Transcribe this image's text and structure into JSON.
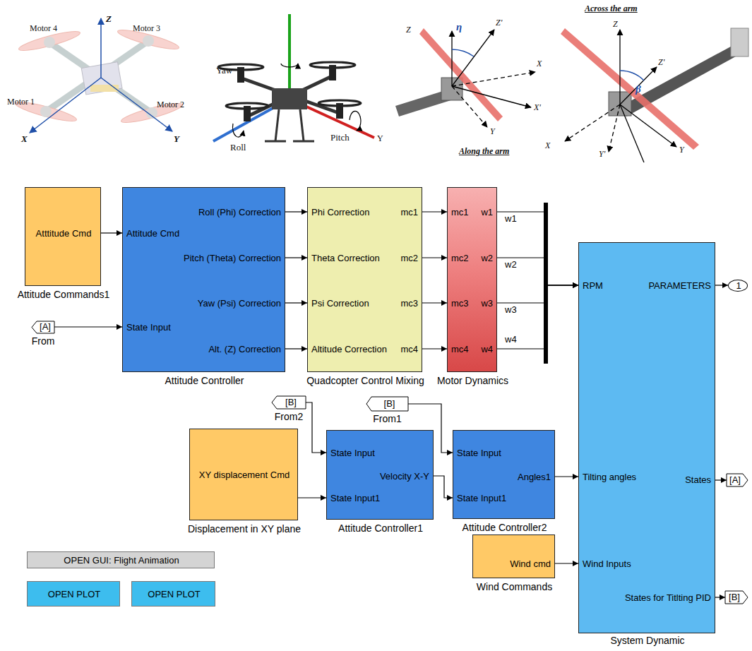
{
  "diagram": {
    "nodes": [
      {
        "text": [
          "Atttitude Cmd",
          "Attitude Commands1"
        ]
      },
      {
        "text": [
          "Attitude Cmd",
          "State Input",
          "Roll (Phi) Correction",
          "Pitch (Theta) Correction",
          "Yaw (Psi) Correction",
          "Alt. (Z) Correction",
          "Attitude Controller"
        ]
      },
      {
        "text": [
          "[A]",
          "From"
        ]
      },
      {
        "text": [
          "Phi Correction",
          "Theta Correction",
          "Psi Correction",
          "Altitude Correction",
          "mc1",
          "mc2",
          "mc3",
          "mc4",
          "Quadcopter Control Mixing"
        ]
      },
      {
        "text": [
          "mc1",
          "mc2",
          "mc3",
          "mc4",
          "w1",
          "w2",
          "w3",
          "w4",
          "Motor Dynamics"
        ]
      },
      {
        "text": [
          "XY displacement Cmd",
          "Displacement in XY plane"
        ]
      },
      {
        "text": [
          "[B]",
          "From2"
        ]
      },
      {
        "text": [
          "State Input",
          "State Input1",
          "Velocity X-Y",
          "Attitude Controller1"
        ]
      },
      {
        "text": [
          "[B]",
          "From1"
        ]
      },
      {
        "text": [
          "State Input",
          "State Input1",
          "Angles1",
          "Attitude Controller2"
        ]
      },
      {
        "text": [
          "Wind cmd",
          "Wind Commands"
        ]
      },
      {
        "text": [
          "RPM",
          "Tilting angles",
          "Wind Inputs",
          "PARAMETERS",
          "States",
          "States for Titlting PID",
          "System Dynamic"
        ]
      },
      {
        "text": [
          "1"
        ]
      },
      {
        "text": [
          "[A]"
        ]
      },
      {
        "text": [
          "[B]"
        ]
      },
      {
        "text": [
          "OPEN GUI: Flight Animation"
        ]
      },
      {
        "text": [
          "OPEN PLOT"
        ]
      },
      {
        "text": [
          "OPEN PLOT"
        ]
      }
    ],
    "edges": [
      {
        "from": 0,
        "to": 1,
        "arrow": "to"
      },
      {
        "from": 2,
        "to": 1,
        "arrow": "to"
      },
      {
        "from": 1,
        "to": 3,
        "arrow": "to"
      },
      {
        "from": 1,
        "to": 3,
        "arrow": "to"
      },
      {
        "from": 1,
        "to": 3,
        "arrow": "to"
      },
      {
        "from": 1,
        "to": 3,
        "arrow": "to"
      },
      {
        "from": 3,
        "to": 4,
        "arrow": "to"
      },
      {
        "from": 3,
        "to": 4,
        "arrow": "to"
      },
      {
        "from": 3,
        "to": 4,
        "arrow": "to"
      },
      {
        "from": 3,
        "to": 4,
        "arrow": "to"
      },
      {
        "from": 4,
        "to": 11,
        "label": "w1",
        "arrow": "to"
      },
      {
        "from": 4,
        "to": 11,
        "label": "w2",
        "arrow": "to"
      },
      {
        "from": 4,
        "to": 11,
        "label": "w3",
        "arrow": "to"
      },
      {
        "from": 4,
        "to": 11,
        "label": "w4",
        "arrow": "to"
      },
      {
        "from": 6,
        "to": 7,
        "arrow": "to"
      },
      {
        "from": 5,
        "to": 7,
        "arrow": "to"
      },
      {
        "from": 8,
        "to": 9,
        "arrow": "to"
      },
      {
        "from": 7,
        "to": 9,
        "arrow": "to"
      },
      {
        "from": 9,
        "to": 11,
        "arrow": "to"
      },
      {
        "from": 10,
        "to": 11,
        "arrow": "to"
      },
      {
        "from": 11,
        "to": 12,
        "arrow": "to"
      },
      {
        "from": 11,
        "to": 13,
        "arrow": "to"
      },
      {
        "from": 11,
        "to": 14,
        "arrow": "to"
      }
    ],
    "labels": [
      "Motor 4",
      "Motor 3",
      "Motor 1",
      "Motor 2",
      "Z",
      "X",
      "Y",
      "Yaw",
      "Roll",
      "Pitch",
      "Y",
      "Z",
      "η",
      "Z'",
      "X",
      "X'",
      "Y",
      "Along the arm",
      "Across the arm",
      "Z",
      "Z'",
      "β",
      "X",
      "Y",
      "Y'"
    ]
  }
}
